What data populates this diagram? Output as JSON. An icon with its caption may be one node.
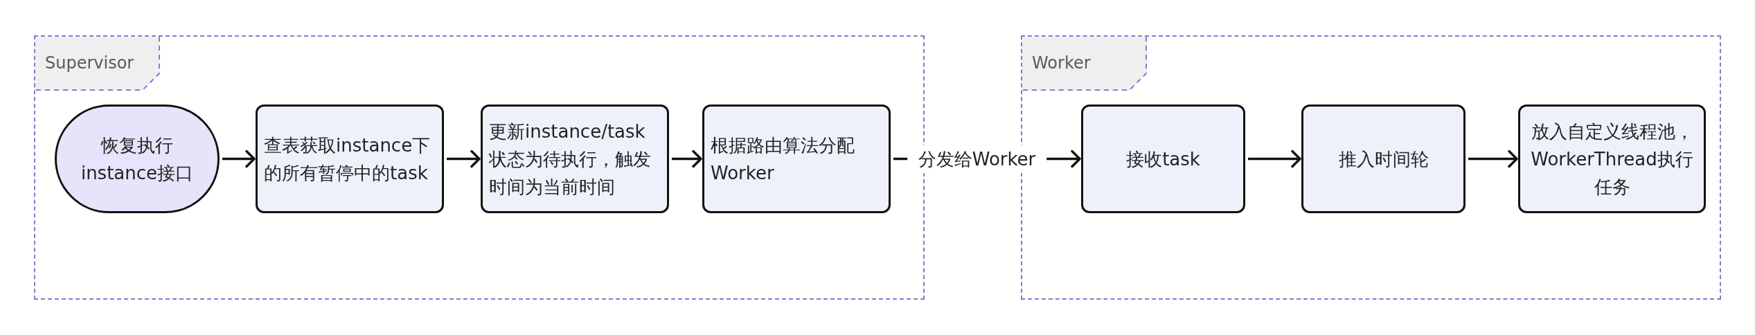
{
  "diagram": {
    "nodes": [
      {
        "text": [
          "Supervisor"
        ]
      },
      {
        "text": [
          "恢复执行instance接口"
        ],
        "in": 0
      },
      {
        "text": [
          "查表获取instance下的所有暂停中的task"
        ],
        "in": 0
      },
      {
        "text": [
          "更新instance/task状态为待执行，触发时间为当前时间"
        ],
        "in": 0
      },
      {
        "text": [
          "根据路由算法分配Worker"
        ],
        "in": 0
      },
      {
        "text": [
          "Worker"
        ]
      },
      {
        "text": [
          "接收task"
        ],
        "in": 5
      },
      {
        "text": [
          "推入时间轮"
        ],
        "in": 5
      },
      {
        "text": [
          "放入自定义线程池，WorkerThread执行任务"
        ],
        "in": 5
      }
    ],
    "edges": [
      {
        "from": 1,
        "to": 2,
        "arrow": "to"
      },
      {
        "from": 2,
        "to": 3,
        "arrow": "to"
      },
      {
        "from": 3,
        "to": 4,
        "arrow": "to"
      },
      {
        "from": 4,
        "to": 6,
        "arrow": "to",
        "label": "分发给Worker"
      },
      {
        "from": 6,
        "to": 7,
        "arrow": "to"
      },
      {
        "from": 7,
        "to": 8,
        "arrow": "to"
      }
    ]
  }
}
